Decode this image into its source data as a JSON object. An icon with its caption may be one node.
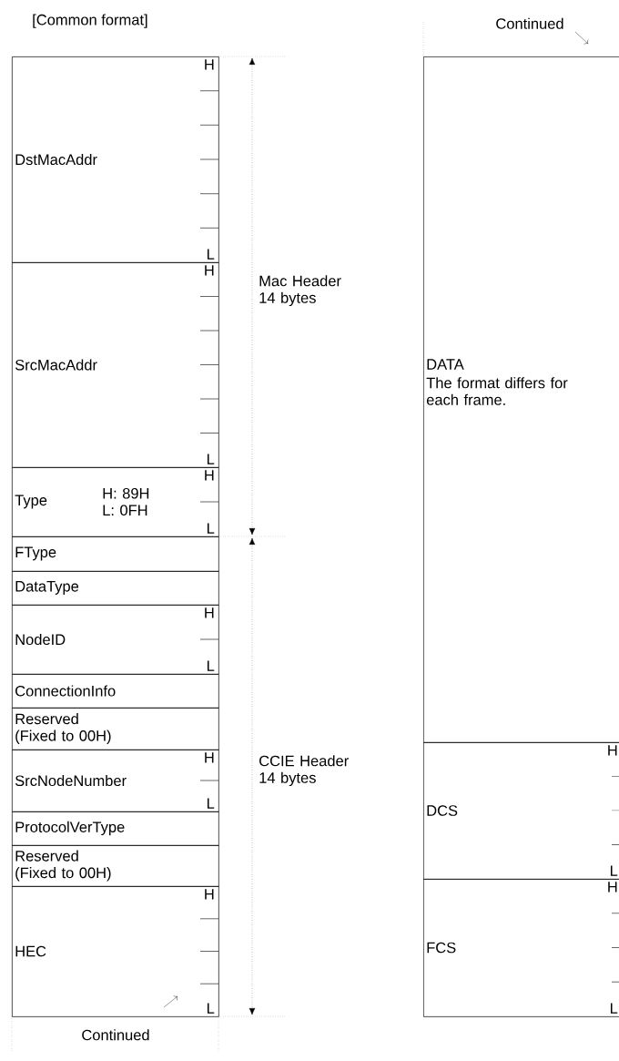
{
  "diagram": {
    "title": "[Common format]",
    "nodes": [
      {
        "text": [
          "DstMacAddr",
          "H",
          "L"
        ]
      },
      {
        "text": [
          "SrcMacAddr",
          "H",
          "L"
        ]
      },
      {
        "text": [
          "Type",
          "H: 89H L: 0FH",
          "H",
          "L"
        ]
      },
      {
        "text": [
          "FType"
        ]
      },
      {
        "text": [
          "DataType"
        ]
      },
      {
        "text": [
          "NodeID",
          "H",
          "L"
        ]
      },
      {
        "text": [
          "ConnectionInfo"
        ]
      },
      {
        "text": [
          "Reserved (Fixed to 00H)"
        ]
      },
      {
        "text": [
          "SrcNodeNumber",
          "H",
          "L"
        ]
      },
      {
        "text": [
          "ProtocolVerType"
        ]
      },
      {
        "text": [
          "Reserved (Fixed to 00H)"
        ]
      },
      {
        "text": [
          "HEC",
          "H",
          "L"
        ]
      },
      {
        "text": [
          "DATA",
          "The format differs for each frame."
        ]
      },
      {
        "text": [
          "DCS",
          "H",
          "L"
        ]
      },
      {
        "text": [
          "FCS",
          "H",
          "L"
        ]
      }
    ],
    "labels": [
      "Continued",
      "Mac Header 14 bytes",
      "CCIE Header 14 bytes",
      "Continued"
    ]
  }
}
